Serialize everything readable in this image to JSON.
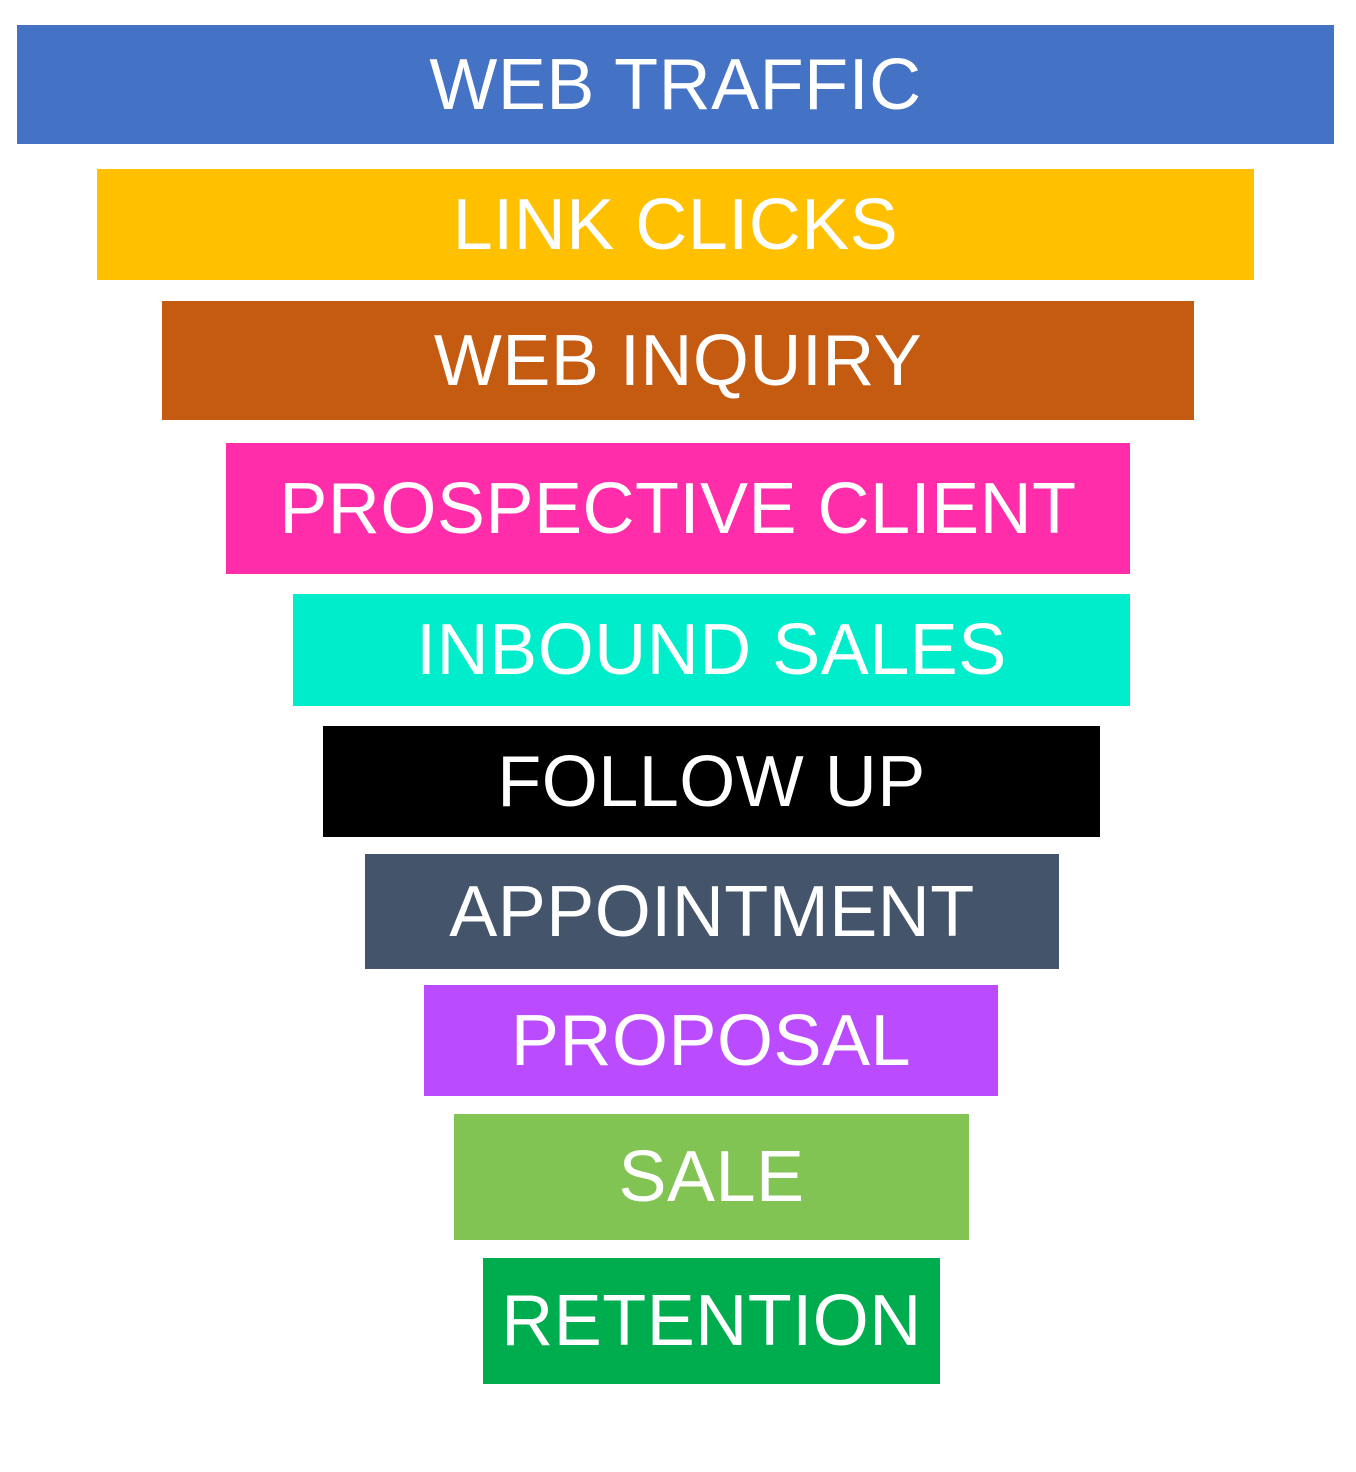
{
  "funnel": {
    "stages": [
      {
        "label": "WEB TRAFFIC",
        "color": "#4472C4",
        "text_color": "#FFFFFF"
      },
      {
        "label": "LINK CLICKS",
        "color": "#FFC000",
        "text_color": "#FFFFFF"
      },
      {
        "label": "WEB INQUIRY",
        "color": "#C55A11",
        "text_color": "#FFFFFF"
      },
      {
        "label": "PROSPECTIVE CLIENT",
        "color": "#FF2DAA",
        "text_color": "#FFFFFF"
      },
      {
        "label": "INBOUND SALES",
        "color": "#00EDCC",
        "text_color": "#FFFFFF"
      },
      {
        "label": "FOLLOW UP",
        "color": "#000000",
        "text_color": "#FFFFFF"
      },
      {
        "label": "APPOINTMENT",
        "color": "#44546A",
        "text_color": "#FFFFFF"
      },
      {
        "label": "PROPOSAL",
        "color": "#BB4BFF",
        "text_color": "#FFFFFF"
      },
      {
        "label": "SALE",
        "color": "#82C453",
        "text_color": "#FFFFFF"
      },
      {
        "label": "RETENTION",
        "color": "#00AD4E",
        "text_color": "#FFFFFF"
      }
    ]
  }
}
